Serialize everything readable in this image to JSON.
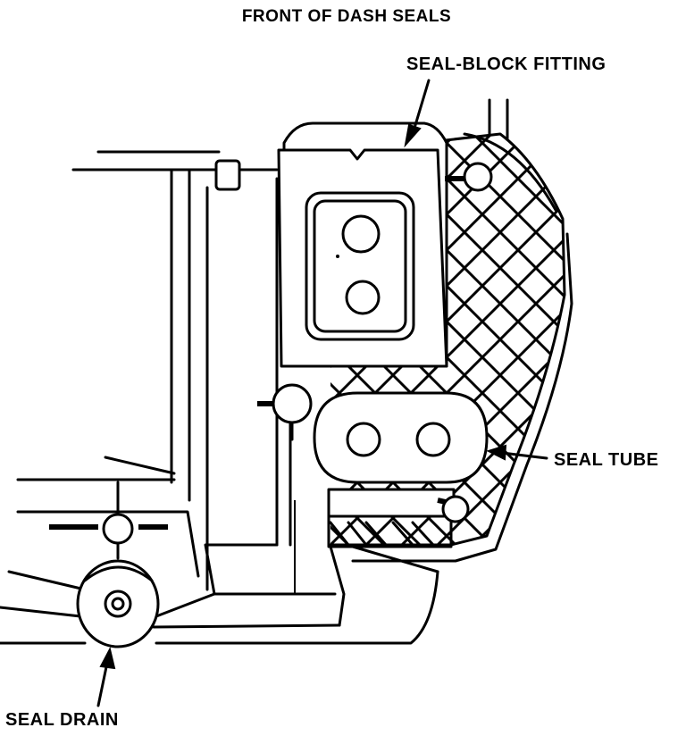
{
  "title": "FRONT OF DASH SEALS",
  "labels": {
    "seal_block_fitting": "SEAL-BLOCK FITTING",
    "seal_tube": "SEAL TUBE",
    "seal_drain": "SEAL DRAIN"
  }
}
